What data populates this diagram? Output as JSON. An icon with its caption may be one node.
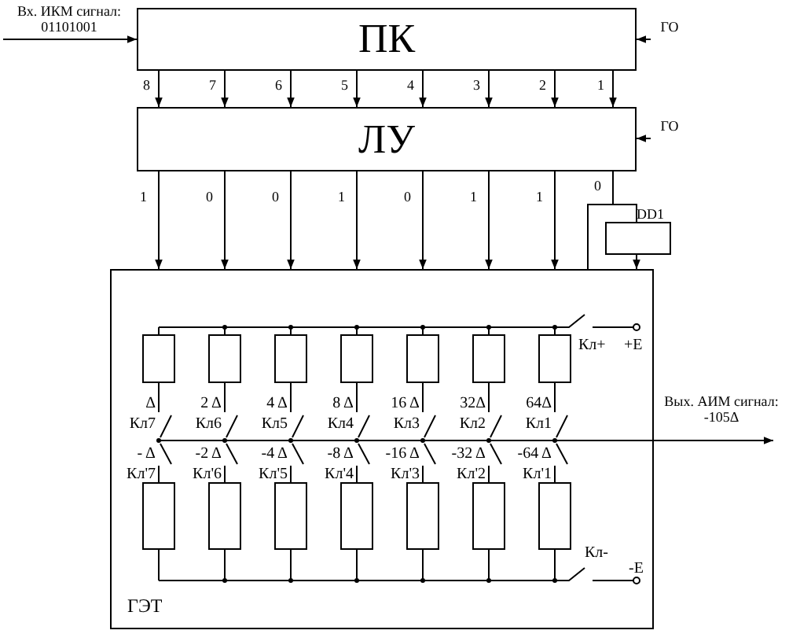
{
  "diagram": {
    "nodes": [
      {
        "text": [
          "Вх. ИКМ сигнал: 01101001"
        ]
      },
      {
        "text": [
          "ПК"
        ]
      },
      {
        "text": [
          "ГО"
        ]
      },
      {
        "text": [
          "ЛУ"
        ]
      },
      {
        "text": [
          "ГО"
        ]
      },
      {
        "text": [
          "DD1"
        ]
      },
      {
        "text": [
          "ГЭТ"
        ]
      },
      {
        "text": [
          "Вых. АИМ сигнал: -105Δ"
        ]
      }
    ],
    "edges": [
      {
        "from": 0,
        "to": 1,
        "arrow": "to"
      },
      {
        "from": 2,
        "to": 1,
        "arrow": "to"
      },
      {
        "from": 1,
        "to": 3,
        "arrow": "to",
        "label": "8"
      },
      {
        "from": 1,
        "to": 3,
        "arrow": "to",
        "label": "7"
      },
      {
        "from": 1,
        "to": 3,
        "arrow": "to",
        "label": "6"
      },
      {
        "from": 1,
        "to": 3,
        "arrow": "to",
        "label": "5"
      },
      {
        "from": 1,
        "to": 3,
        "arrow": "to",
        "label": "4"
      },
      {
        "from": 1,
        "to": 3,
        "arrow": "to",
        "label": "3"
      },
      {
        "from": 1,
        "to": 3,
        "arrow": "to",
        "label": "2"
      },
      {
        "from": 1,
        "to": 3,
        "arrow": "to",
        "label": "1"
      },
      {
        "from": 4,
        "to": 3,
        "arrow": "to"
      },
      {
        "from": 3,
        "to": 6,
        "arrow": "to",
        "label": "1"
      },
      {
        "from": 3,
        "to": 6,
        "arrow": "to",
        "label": "0"
      },
      {
        "from": 3,
        "to": 6,
        "arrow": "to",
        "label": "0"
      },
      {
        "from": 3,
        "to": 6,
        "arrow": "to",
        "label": "1"
      },
      {
        "from": 3,
        "to": 6,
        "arrow": "to",
        "label": "0"
      },
      {
        "from": 3,
        "to": 6,
        "arrow": "to",
        "label": "1"
      },
      {
        "from": 3,
        "to": 6,
        "arrow": "to",
        "label": "1"
      },
      {
        "from": 3,
        "to": 5,
        "arrow": "none",
        "label": "0"
      },
      {
        "from": 3,
        "to": 6,
        "arrow": "none"
      },
      {
        "from": 5,
        "to": 6,
        "arrow": "to"
      },
      {
        "from": 6,
        "to": 7,
        "arrow": "to"
      }
    ],
    "labels": [
      "Кл+",
      "+E",
      "Δ",
      "2 Δ",
      "4 Δ",
      "8 Δ",
      "16 Δ",
      "32Δ",
      "64Δ",
      "Кл7",
      "Кл6",
      "Кл5",
      "Кл4",
      "Кл3",
      "Кл2",
      "Кл1",
      "- Δ",
      "-2 Δ",
      "-4 Δ",
      "-8 Δ",
      "-16 Δ",
      "-32 Δ",
      "-64 Δ",
      "Кл'7",
      "Кл'6",
      "Кл'5",
      "Кл'4",
      "Кл'3",
      "Кл'2",
      "Кл'1",
      "Кл-",
      "-E"
    ]
  }
}
